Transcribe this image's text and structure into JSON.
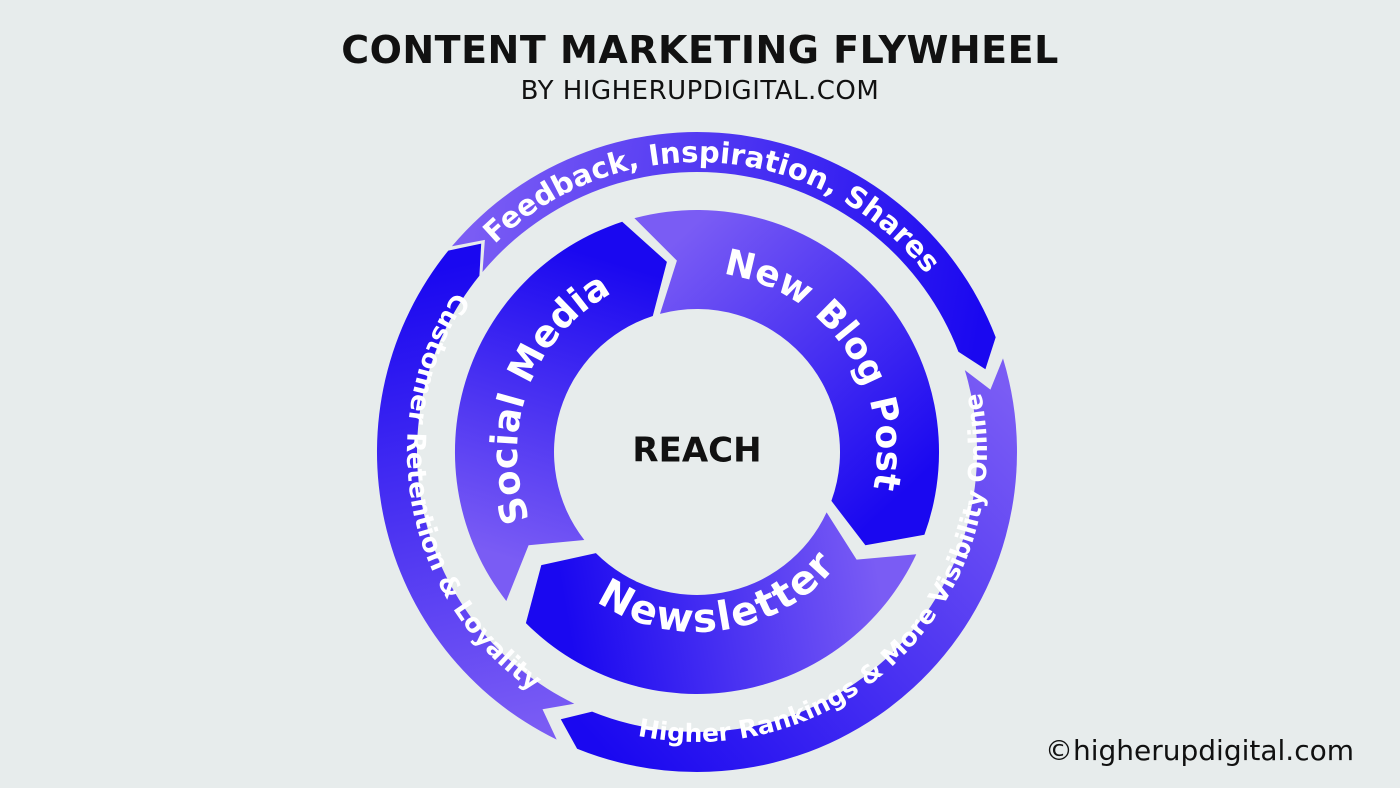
{
  "header": {
    "title": "CONTENT MARKETING FLYWHEEL",
    "subtitle": "BY HIGHERUPDIGITAL.COM"
  },
  "diagram": {
    "center": "REACH",
    "inner_ring": [
      {
        "label": "New Blog Post"
      },
      {
        "label": "Newsletter"
      },
      {
        "label": "Social Media"
      }
    ],
    "outer_ring": [
      {
        "label": "Feedback, Inspiration, Shares"
      },
      {
        "label": "Higher Rankings & More Visibility Online"
      },
      {
        "label": "Customer Retention & Loyality"
      }
    ]
  },
  "footer": {
    "copyright": "©higherupdigital.com"
  },
  "colors": {
    "background": "#e7ecec",
    "ring_dark": "#1a08f0",
    "ring_light": "#7a5cf4",
    "center_fill": "#e7ecec",
    "text": "#111111"
  }
}
